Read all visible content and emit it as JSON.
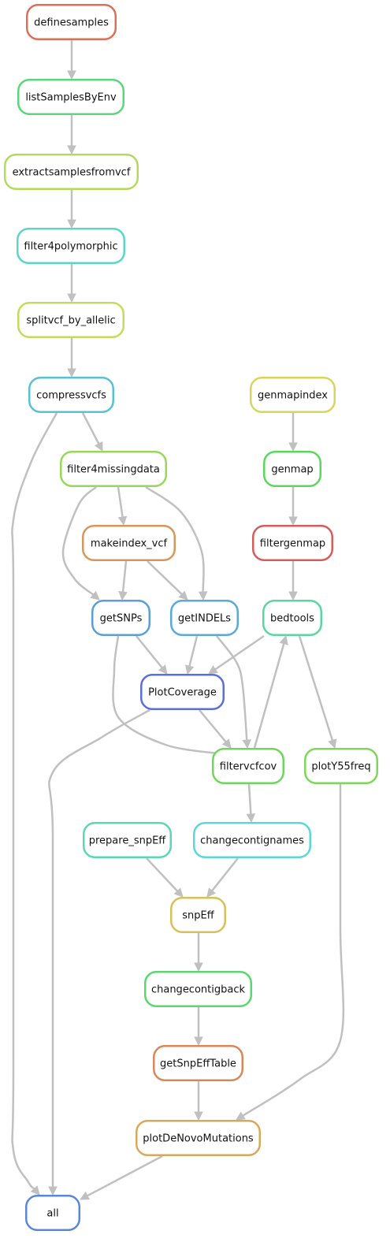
{
  "diagram": {
    "nodes": [
      {
        "id": "definesamples",
        "label": "definesamples",
        "color": "#d9705a"
      },
      {
        "id": "listSamplesByEnv",
        "label": "listSamplesByEnv",
        "color": "#5dd47e"
      },
      {
        "id": "extractsamplesfromvcf",
        "label": "extractsamplesfromvcf",
        "color": "#b4da5c"
      },
      {
        "id": "filter4polymorphic",
        "label": "filter4polymorphic",
        "color": "#5ad6c4"
      },
      {
        "id": "splitvcf_by_allelic",
        "label": "splitvcf_by_allelic",
        "color": "#c6da5e"
      },
      {
        "id": "compressvcfs",
        "label": "compressvcfs",
        "color": "#5ac0d6"
      },
      {
        "id": "genmapindex",
        "label": "genmapindex",
        "color": "#d6d65c"
      },
      {
        "id": "filter4missingdata",
        "label": "filter4missingdata",
        "color": "#9ad65c"
      },
      {
        "id": "genmap",
        "label": "genmap",
        "color": "#5cd65c"
      },
      {
        "id": "makeindex_vcf",
        "label": "makeindex_vcf",
        "color": "#d6975c"
      },
      {
        "id": "filtergenmap",
        "label": "filtergenmap",
        "color": "#d65c5c"
      },
      {
        "id": "getSNPs",
        "label": "getSNPs",
        "color": "#5c9ed6"
      },
      {
        "id": "getINDELs",
        "label": "getINDELs",
        "color": "#5ca9d6"
      },
      {
        "id": "bedtools",
        "label": "bedtools",
        "color": "#5cd6a0"
      },
      {
        "id": "PlotCoverage",
        "label": "PlotCoverage",
        "color": "#5c6fd6"
      },
      {
        "id": "filtervcfcov",
        "label": "filtervcfcov",
        "color": "#6ed65c"
      },
      {
        "id": "plotY55freq",
        "label": "plotY55freq",
        "color": "#7fd65c"
      },
      {
        "id": "prepare_snpEff",
        "label": "prepare_snpEff",
        "color": "#5cd6b5"
      },
      {
        "id": "changecontignames",
        "label": "changecontignames",
        "color": "#5cd6d6"
      },
      {
        "id": "snpEff",
        "label": "snpEff",
        "color": "#d6c05c"
      },
      {
        "id": "changecontigback",
        "label": "changecontigback",
        "color": "#5cd670"
      },
      {
        "id": "getSnpEffTable",
        "label": "getSnpEffTable",
        "color": "#d6885c"
      },
      {
        "id": "plotDeNovoMutations",
        "label": "plotDeNovoMutations",
        "color": "#d6a95c"
      },
      {
        "id": "all",
        "label": "all",
        "color": "#5c87d6"
      }
    ],
    "edges": [
      [
        "definesamples",
        "listSamplesByEnv"
      ],
      [
        "listSamplesByEnv",
        "extractsamplesfromvcf"
      ],
      [
        "extractsamplesfromvcf",
        "filter4polymorphic"
      ],
      [
        "filter4polymorphic",
        "splitvcf_by_allelic"
      ],
      [
        "splitvcf_by_allelic",
        "compressvcfs"
      ],
      [
        "compressvcfs",
        "all"
      ],
      [
        "compressvcfs",
        "filter4missingdata"
      ],
      [
        "genmapindex",
        "genmap"
      ],
      [
        "filter4missingdata",
        "makeindex_vcf"
      ],
      [
        "filter4missingdata",
        "getSNPs"
      ],
      [
        "filter4missingdata",
        "getINDELs"
      ],
      [
        "genmap",
        "filtergenmap"
      ],
      [
        "makeindex_vcf",
        "getSNPs"
      ],
      [
        "makeindex_vcf",
        "getINDELs"
      ],
      [
        "filtergenmap",
        "bedtools"
      ],
      [
        "getSNPs",
        "PlotCoverage"
      ],
      [
        "getSNPs",
        "filtervcfcov"
      ],
      [
        "getINDELs",
        "PlotCoverage"
      ],
      [
        "getINDELs",
        "filtervcfcov"
      ],
      [
        "bedtools",
        "PlotCoverage"
      ],
      [
        "bedtools",
        "plotY55freq"
      ],
      [
        "filtervcfcov",
        "bedtools"
      ],
      [
        "PlotCoverage",
        "all"
      ],
      [
        "PlotCoverage",
        "filtervcfcov"
      ],
      [
        "filtervcfcov",
        "changecontignames"
      ],
      [
        "plotY55freq",
        "plotDeNovoMutations"
      ],
      [
        "prepare_snpEff",
        "snpEff"
      ],
      [
        "changecontignames",
        "snpEff"
      ],
      [
        "snpEff",
        "changecontigback"
      ],
      [
        "changecontigback",
        "getSnpEffTable"
      ],
      [
        "getSnpEffTable",
        "plotDeNovoMutations"
      ],
      [
        "plotDeNovoMutations",
        "all"
      ]
    ],
    "edge_color": "#c0c0c0"
  }
}
